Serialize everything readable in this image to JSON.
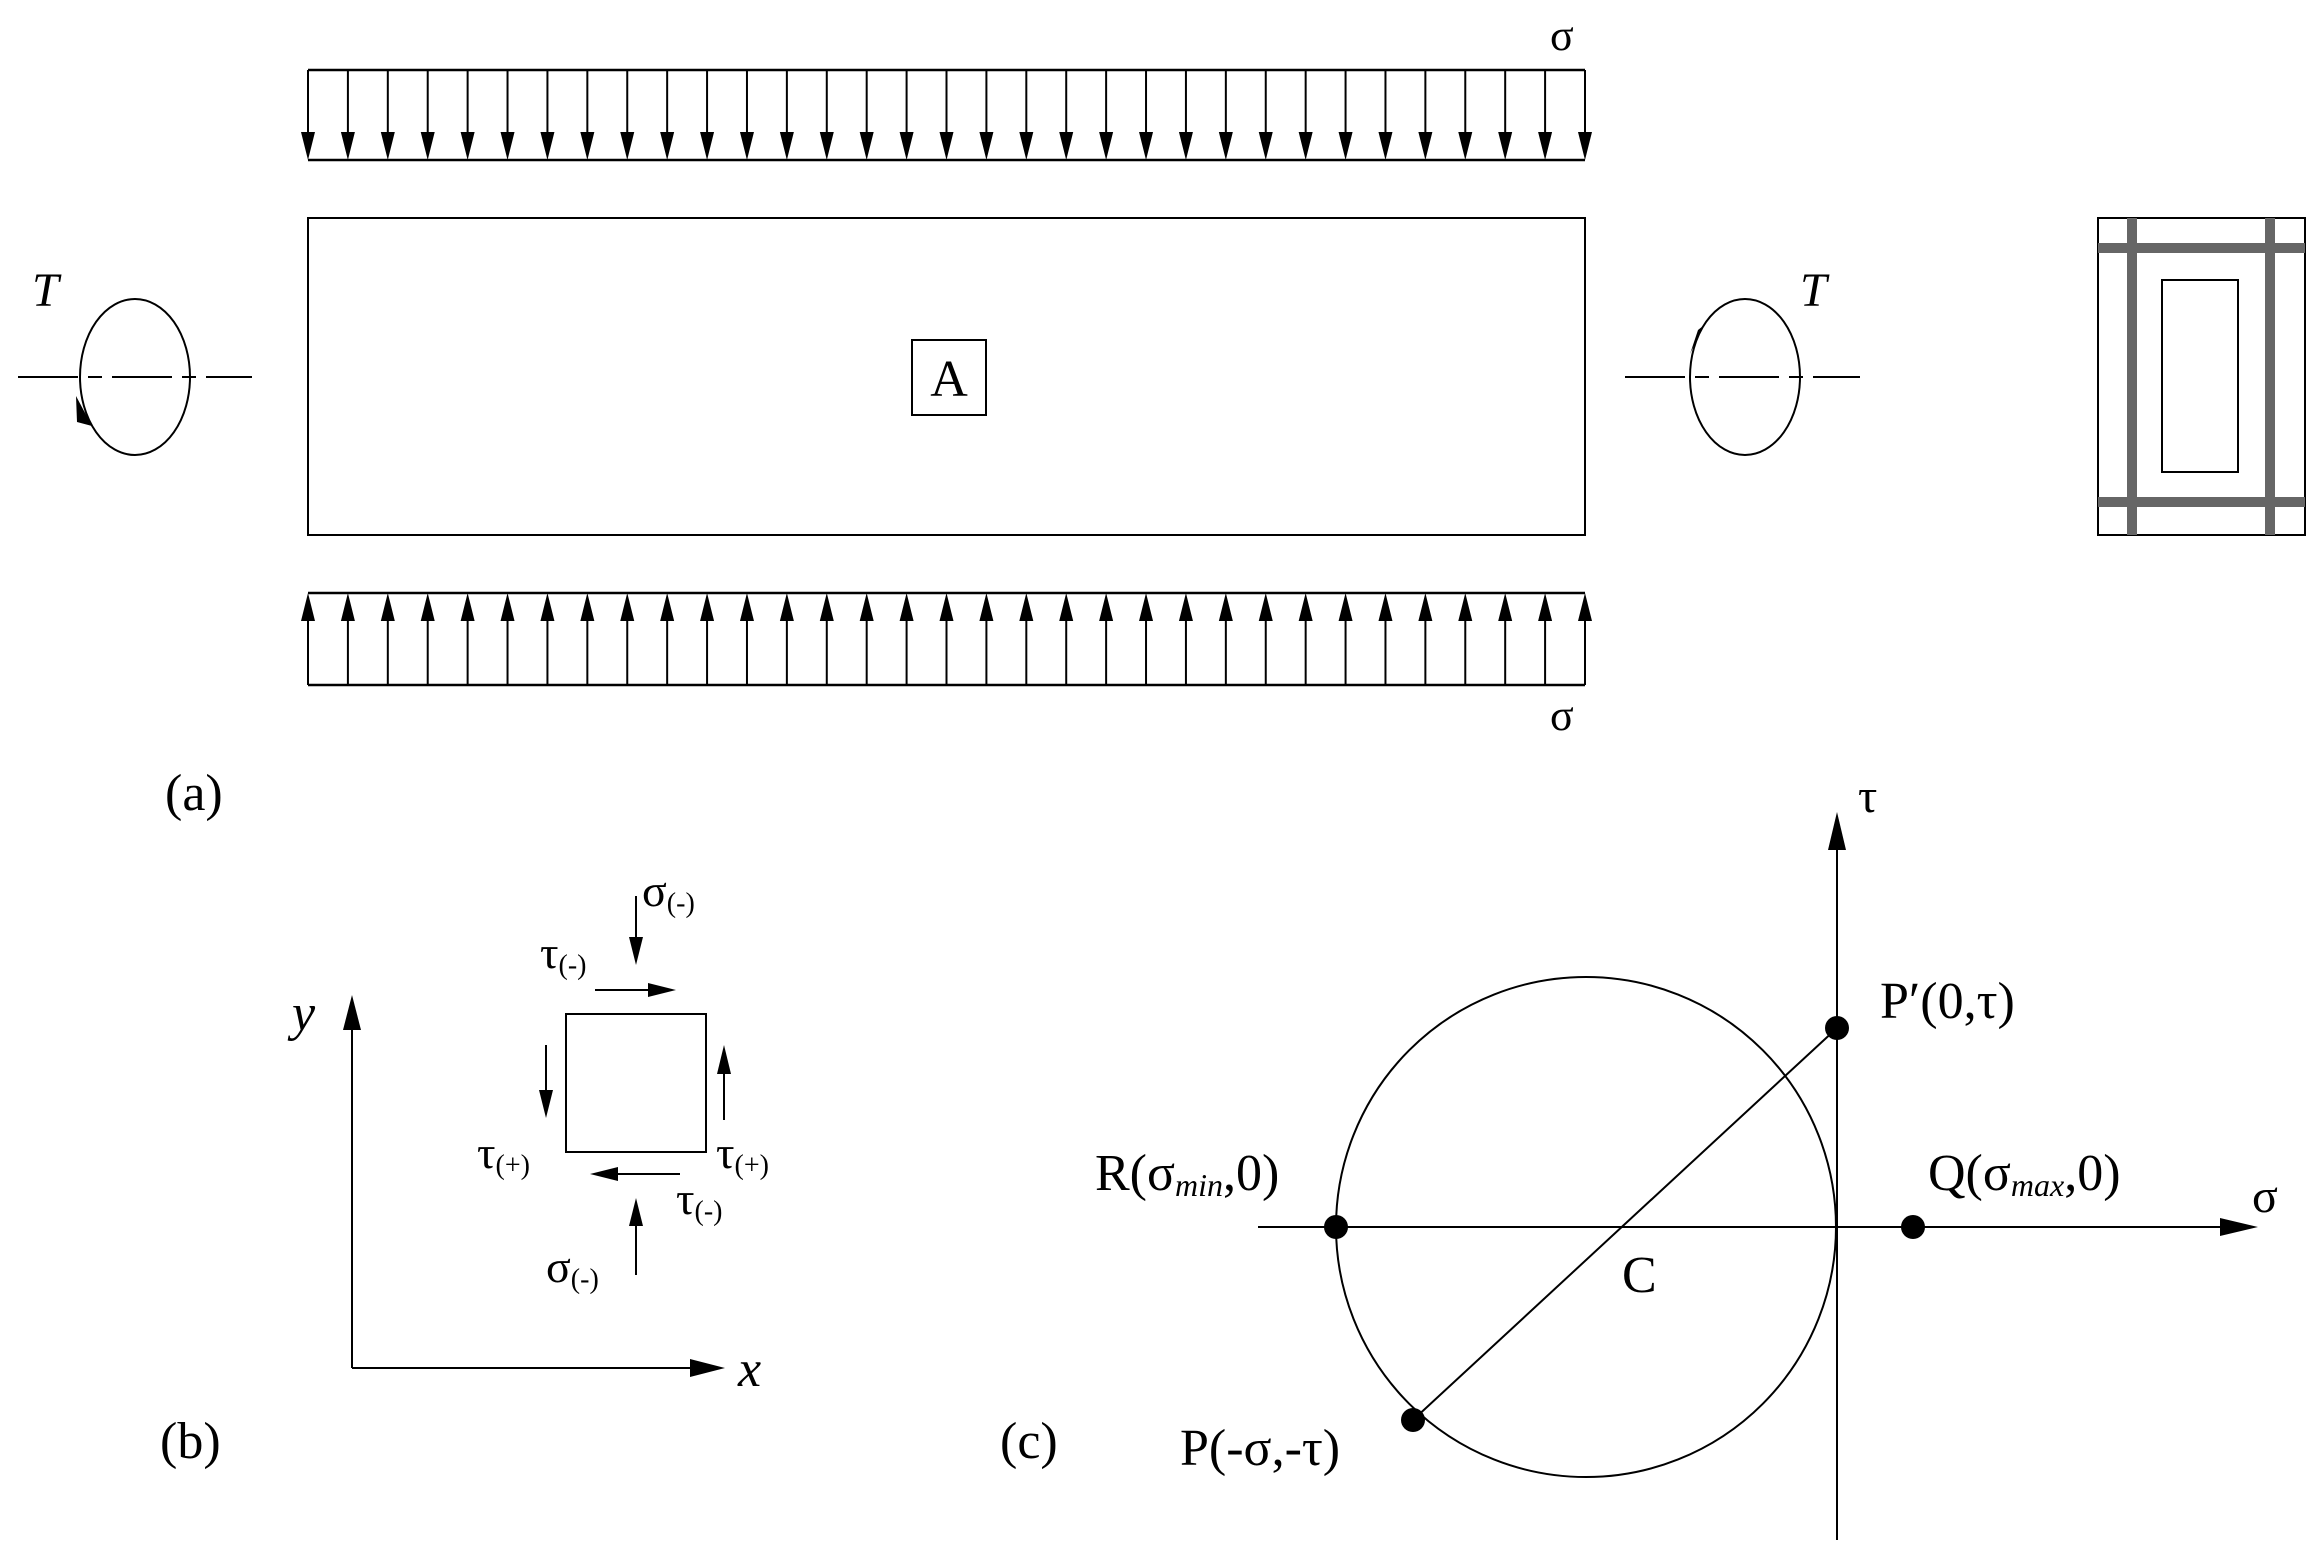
{
  "labels": {
    "top_sigma": "σ",
    "bottom_sigma": "σ",
    "torque_left": "T",
    "torque_right": "T",
    "element_label": "A",
    "panel_a": "(a)",
    "panel_b": "(b)",
    "panel_c": "(c)"
  },
  "element_b": {
    "sigma_top": "σ",
    "sigma_top_sub": "(-)",
    "sigma_bottom": "σ",
    "sigma_bottom_sub": "(-)",
    "tau_top": "τ",
    "tau_top_sub": "(-)",
    "tau_bottom": "τ",
    "tau_bottom_sub": "(-)",
    "tau_left": "τ",
    "tau_left_sub": "(+)",
    "tau_right": "τ",
    "tau_right_sub": "(+)",
    "axis_x": "x",
    "axis_y": "y"
  },
  "mohr": {
    "axis_sigma": "σ",
    "axis_tau": "τ",
    "center": "C",
    "point_p_prime": "P′(0,τ)",
    "point_p": "P(-σ,-τ)",
    "point_q_pre": "Q(σ",
    "point_q_sub": "max",
    "point_q_post": ",0)",
    "point_r_pre": "R(σ",
    "point_r_sub": "min",
    "point_r_post": ",0)"
  }
}
